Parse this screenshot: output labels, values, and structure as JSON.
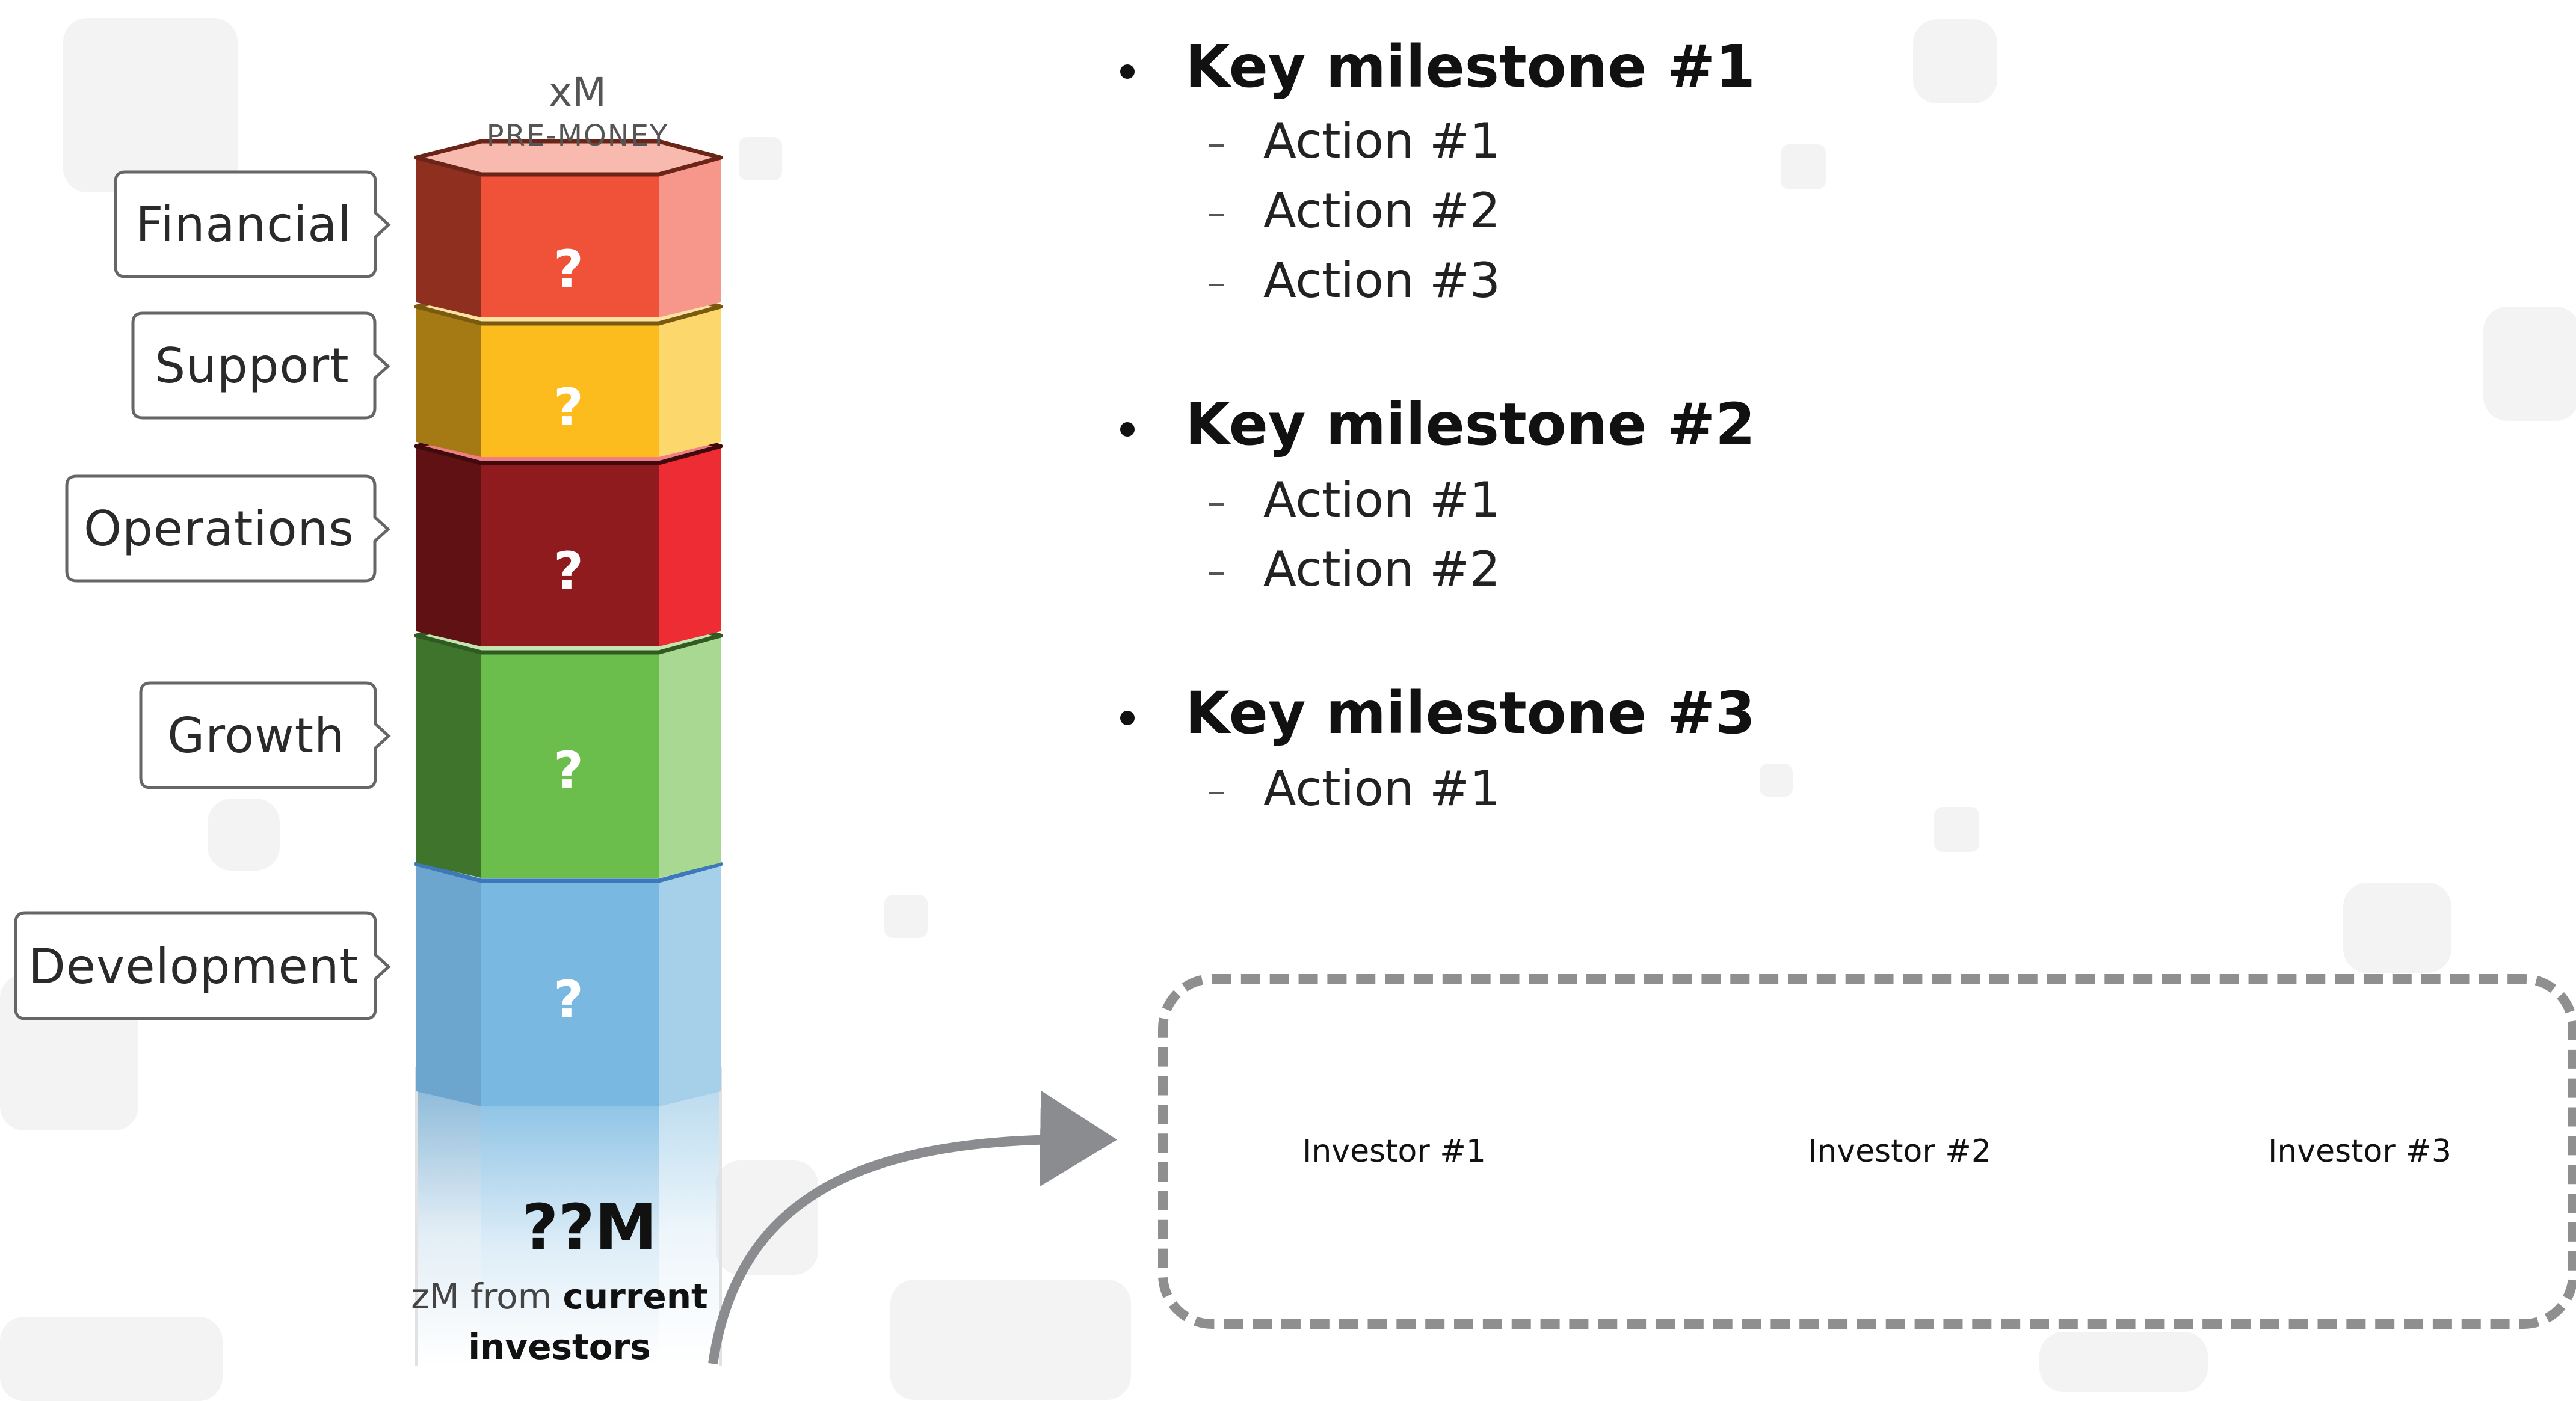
{
  "valuation": {
    "amount": "xM",
    "label": "PRE-MONEY"
  },
  "layers": [
    {
      "category": "Financial",
      "value": "?",
      "top_color": "#F8B9AE",
      "front_color": "#EF5239",
      "left_color": "#8F2F20",
      "right_color": "#F7968A"
    },
    {
      "category": "Support",
      "value": "?",
      "top_color": "#FEE2A2",
      "front_color": "#FDBC1E",
      "left_color": "#A57A14",
      "right_color": "#FCD86C"
    },
    {
      "category": "Operations",
      "value": "?",
      "top_color": "#F07F85",
      "front_color": "#8F1B1E",
      "left_color": "#5F1114",
      "right_color": "#EE2C34"
    },
    {
      "category": "Growth",
      "value": "?",
      "top_color": "#C4E4B0",
      "front_color": "#6CBE4C",
      "left_color": "#3E742C",
      "right_color": "#A8D892"
    },
    {
      "category": "Development",
      "value": "?",
      "top_color": "#B9DBF1",
      "front_color": "#79B8E1",
      "left_color": "#6CA6CE",
      "right_color": "#A6D0EA"
    }
  ],
  "raise": {
    "amount": "??M",
    "current_prefix": "zM from ",
    "current_bold": "current",
    "current_line2": "investors"
  },
  "milestones": [
    {
      "title": "Key milestone #1",
      "actions": [
        "Action #1",
        "Action #2",
        "Action #3"
      ]
    },
    {
      "title": "Key milestone #2",
      "actions": [
        "Action #1",
        "Action #2"
      ]
    },
    {
      "title": "Key milestone #3",
      "actions": [
        "Action #1"
      ]
    }
  ],
  "investors": [
    "Investor #1",
    "Investor #2",
    "Investor #3"
  ],
  "colors": {
    "callout_border": "#666666",
    "dashed_border": "#8f8f8f",
    "arrow": "#8a8c8f",
    "fade_blue": "#79B8E1"
  }
}
